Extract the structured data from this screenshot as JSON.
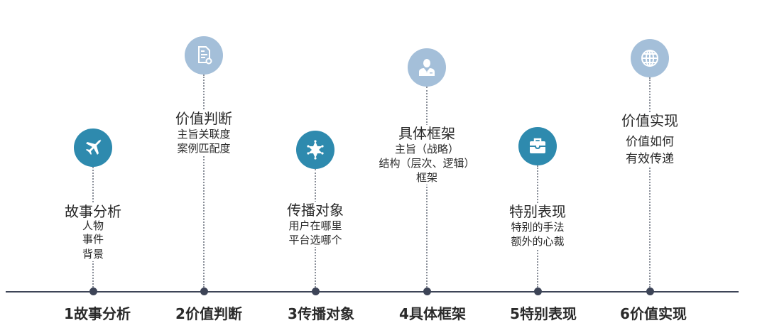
{
  "colors": {
    "accent_dark": "#2e8aae",
    "accent_light": "#a4bfd9",
    "timeline": "#3d4457"
  },
  "steps": [
    {
      "label": "1故事分析",
      "title": "故事分析",
      "lines": [
        "人物",
        "事件",
        "背景"
      ],
      "icon": "airplane-icon",
      "icon_style": "dark"
    },
    {
      "label": "2价值判断",
      "title": "价值判断",
      "lines": [
        "主旨关联度",
        "案例匹配度"
      ],
      "icon": "certificate-document-icon",
      "icon_style": "light"
    },
    {
      "label": "3传播对象",
      "title": "传播对象",
      "lines": [
        "用户在哪里",
        "平台选哪个"
      ],
      "icon": "sheriff-star-icon",
      "icon_style": "dark"
    },
    {
      "label": "4具体框架",
      "title": "具体框架",
      "lines": [
        "主旨（战略）",
        "结构（层次、逻辑）",
        "框架"
      ],
      "icon": "businessman-icon",
      "icon_style": "light"
    },
    {
      "label": "5特别表现",
      "title": "特别表现",
      "lines": [
        "特别的手法",
        "额外的心裁"
      ],
      "icon": "briefcase-icon",
      "icon_style": "dark"
    },
    {
      "label": "6价值实现",
      "title": "价值实现",
      "lines": [
        "价值如何",
        "有效传递"
      ],
      "icon": "globe-icon",
      "icon_style": "light"
    }
  ]
}
